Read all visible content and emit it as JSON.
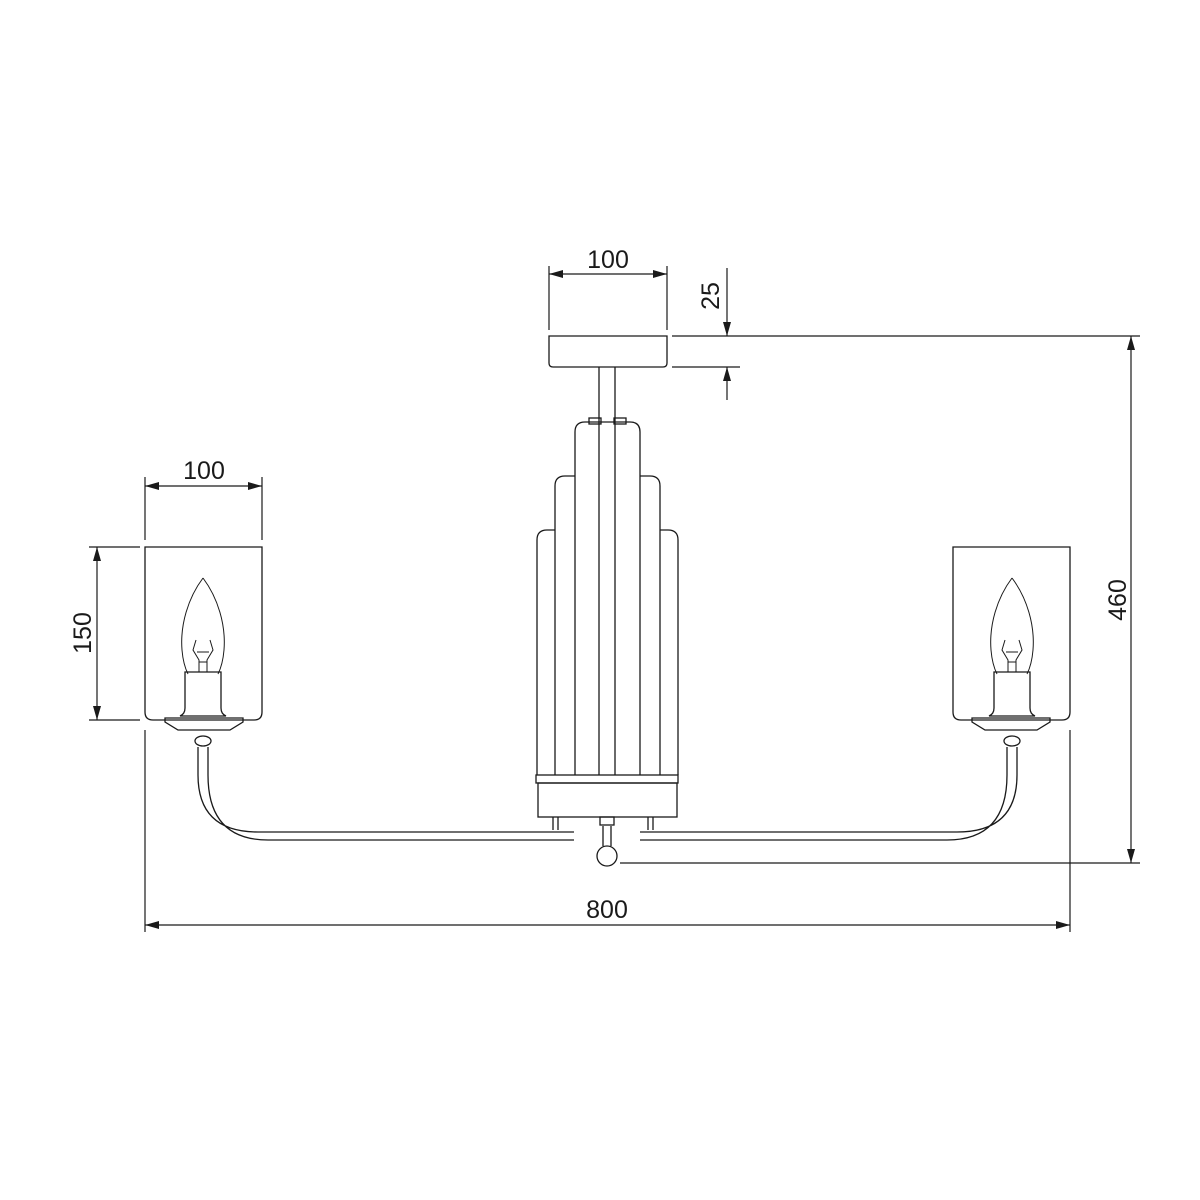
{
  "title": "Chandelier dimension drawing",
  "dimensions": {
    "canopy_width": "100",
    "canopy_height": "25",
    "total_height": "460",
    "shade_width": "100",
    "shade_height": "150",
    "total_width": "800"
  },
  "colors": {
    "line": "#1a1a1a",
    "background": "#ffffff"
  }
}
